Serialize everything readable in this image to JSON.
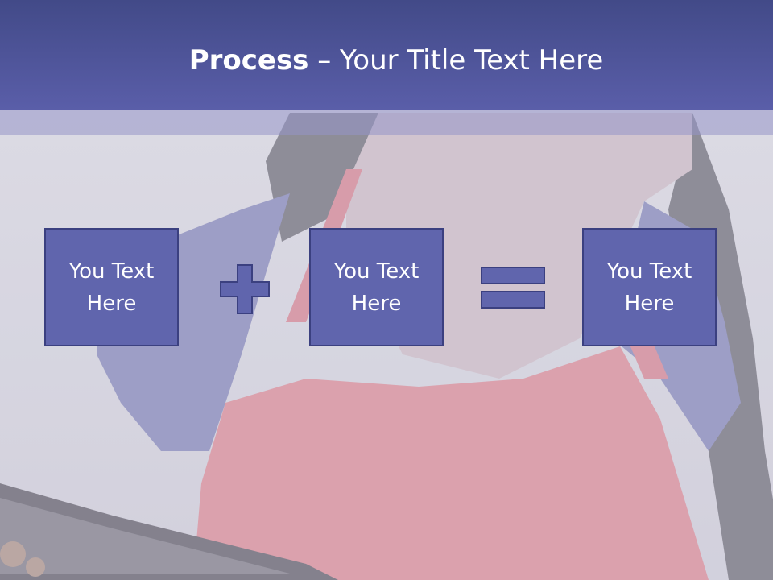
{
  "slide": {
    "title_bold": "Process",
    "title_rest": " – Your Title Text Here"
  },
  "process": {
    "box1": "You Text Here",
    "box2": "You Text Here",
    "box3": "You Text Here",
    "operator1": "plus-icon",
    "operator2": "equals-icon"
  },
  "colors": {
    "header": "#5a5ea9",
    "box_fill": "#6065ad",
    "box_border": "#3b4080",
    "text": "#ffffff"
  }
}
